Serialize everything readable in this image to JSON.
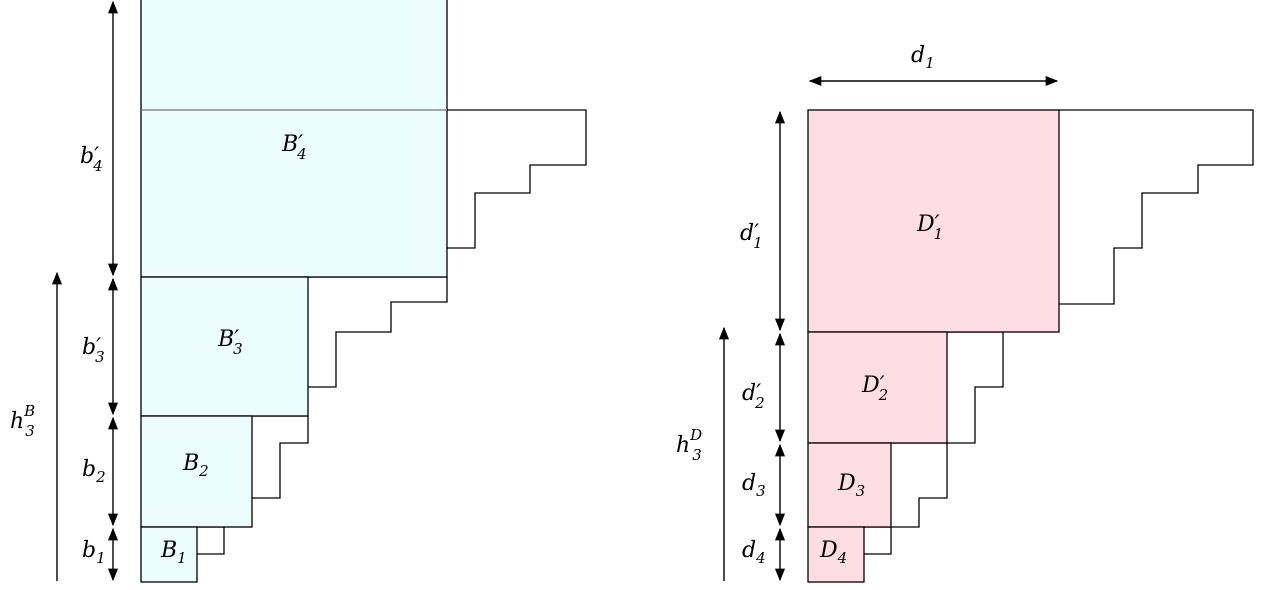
{
  "colors": {
    "b_fill": "#ebfdfd",
    "d_fill": "#ffdde4",
    "stroke": "#000000",
    "cut_line": "#777777"
  },
  "labels": {
    "B4p": "B′",
    "B4p_sub": "4",
    "B3p": "B′",
    "B3p_sub": "3",
    "B2": "B",
    "B2_sub": "2",
    "B1": "B",
    "B1_sub": "1",
    "b4p": "b′",
    "b4p_sub": "4",
    "b3p": "b′",
    "b3p_sub": "3",
    "b2": "b",
    "b2_sub": "2",
    "b1": "b",
    "b1_sub": "1",
    "h3B": "h",
    "h3B_sub": "3",
    "h3B_sup": "B",
    "D1p": "D′",
    "D1p_sub": "1",
    "D2p": "D′",
    "D2p_sub": "2",
    "D3": "D",
    "D3_sub": "3",
    "D4": "D",
    "D4_sub": "4",
    "d1": "d",
    "d1_sub": "1",
    "d1p": "d′",
    "d1p_sub": "1",
    "d2p": "d′",
    "d2p_sub": "2",
    "d3": "d",
    "d3_sub": "3",
    "d4": "d",
    "d4_sub": "4",
    "h3D": "h",
    "h3D_sub": "3",
    "h3D_sup": "D"
  }
}
